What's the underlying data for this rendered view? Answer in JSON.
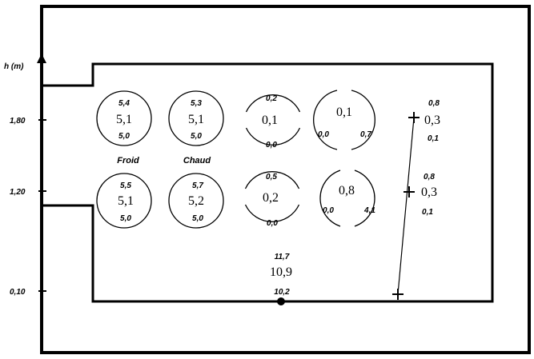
{
  "axis": {
    "label": "h (m)",
    "ticks": [
      "1,80",
      "1,20",
      "0,10"
    ]
  },
  "labels": {
    "froid": "Froid",
    "chaud": "Chaud"
  },
  "groups": [
    {
      "top": "5,4",
      "mid": "5,1",
      "bot": "5,0"
    },
    {
      "top": "5,3",
      "mid": "5,1",
      "bot": "5,0"
    },
    {
      "top": "0,2",
      "mid": "0,1",
      "bot": "0,0"
    },
    {
      "left": "0,0",
      "mid": "0,1",
      "right": "0,7"
    },
    {
      "top": "0,8",
      "mid": "0,3",
      "bot": "0,1"
    },
    {
      "top": "5,5",
      "mid": "5,1",
      "bot": "5,0"
    },
    {
      "top": "5,7",
      "mid": "5,2",
      "bot": "5,0"
    },
    {
      "top": "0,5",
      "mid": "0,2",
      "bot": "0,0"
    },
    {
      "left": "0,0",
      "mid": "0,8",
      "right": "4,1"
    },
    {
      "top": "0,8",
      "mid": "0,3",
      "bot": "0,1"
    },
    {
      "top": "11,7",
      "mid": "10,9",
      "bot": "10,2"
    }
  ]
}
